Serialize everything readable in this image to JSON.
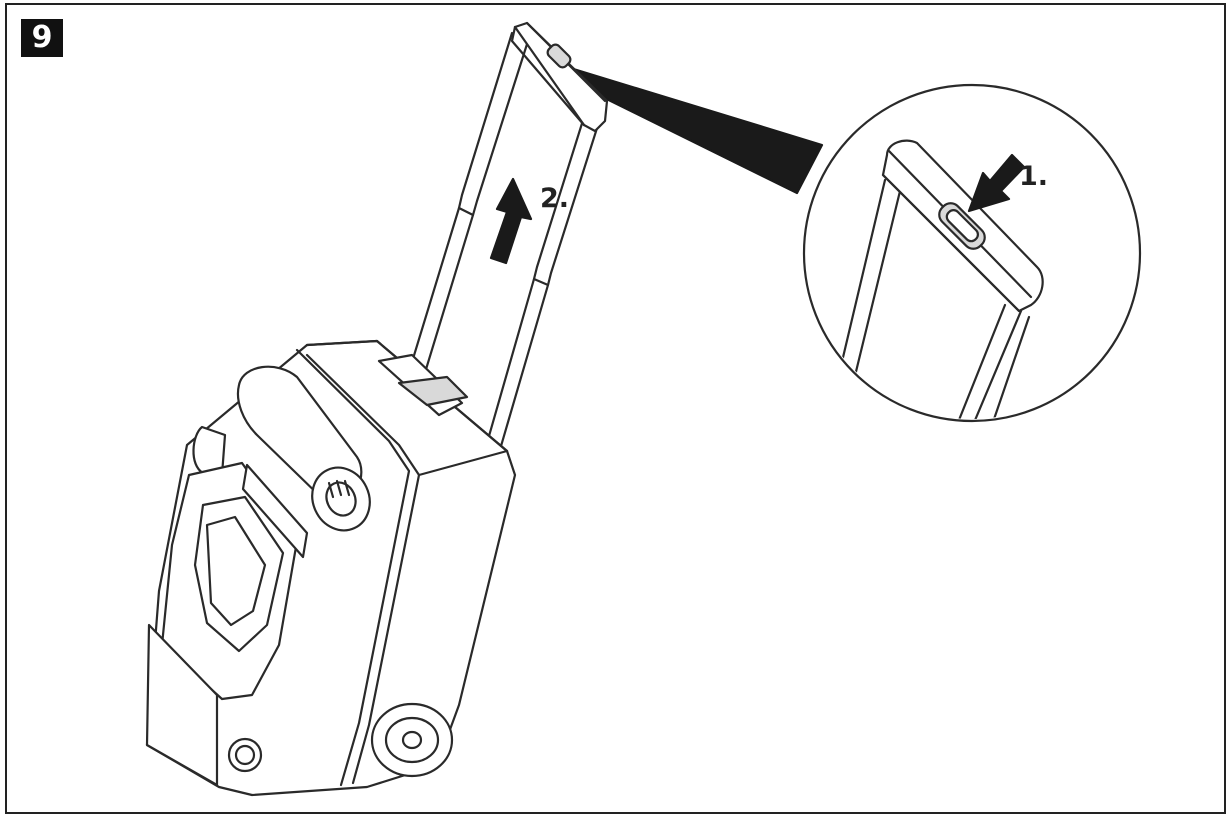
{
  "figure": {
    "step_number": "9"
  },
  "callouts": {
    "step_1": "1.",
    "step_2": "2."
  },
  "icons": {
    "press_arrow": "arrow-down-left-icon",
    "pull_arrow": "arrow-up-icon",
    "magnifier": "detail-zoom-circle"
  },
  "colors": {
    "line": "#2a2a2a",
    "fill_dark": "#1a1a1a",
    "fill_light": "#ffffff",
    "shade": "#d9d9d9"
  }
}
